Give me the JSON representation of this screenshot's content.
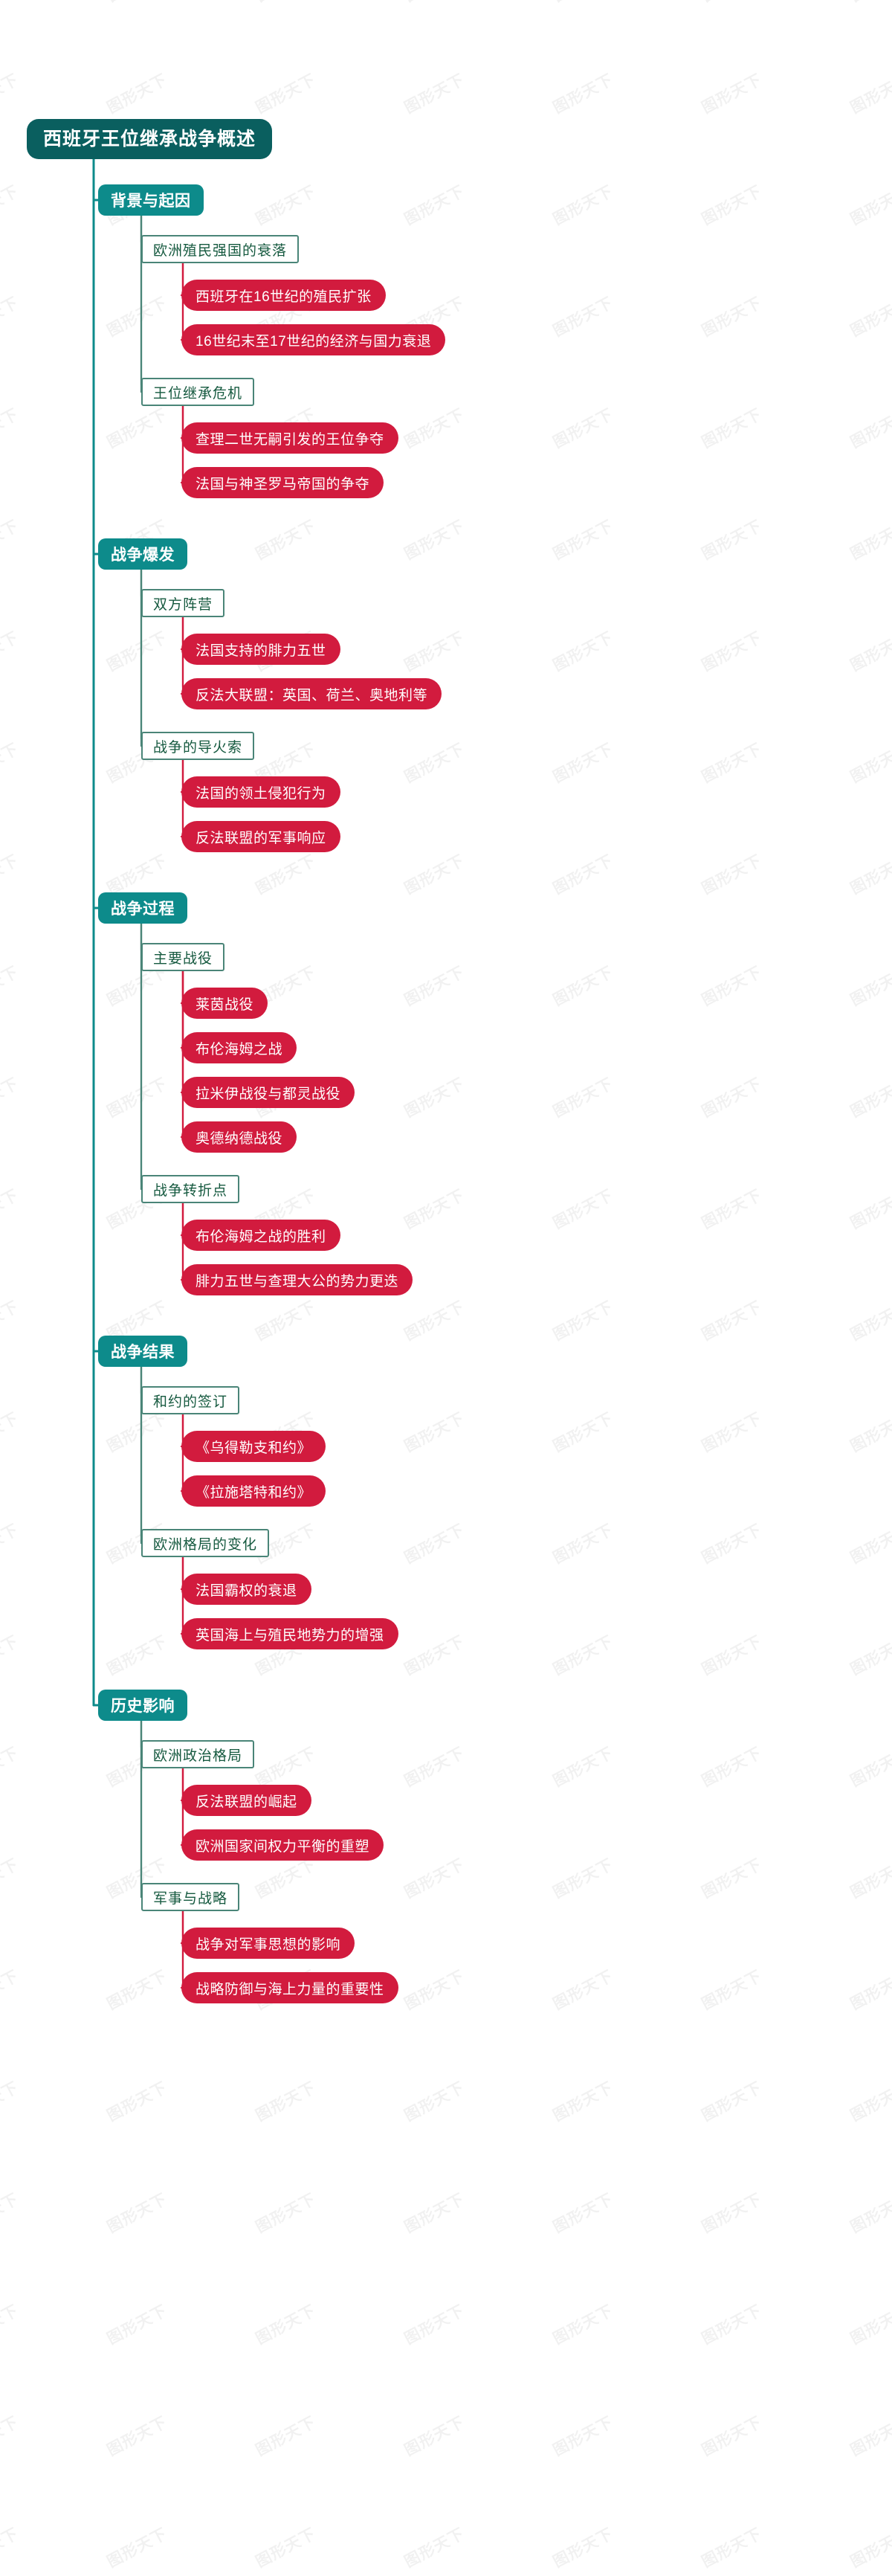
{
  "meta": {
    "watermark_text": "图形天下",
    "colors": {
      "root_bg": "#0a5f5f",
      "level1_bg": "#0d8b8b",
      "level2_border": "#4a8578",
      "level2_text": "#15593f",
      "level3_bg": "#d21b3e",
      "trunk_line": "#0d8b8b",
      "branch_line_teal": "#4a8578",
      "branch_line_red": "#d21b3e",
      "page_bg": "#ffffff"
    }
  },
  "root": {
    "label": "西班牙王位继承战争概述"
  },
  "branches": [
    {
      "label": "背景与起因",
      "children": [
        {
          "label": "欧洲殖民强国的衰落",
          "children": [
            {
              "label": "西班牙在16世纪的殖民扩张"
            },
            {
              "label": "16世纪末至17世纪的经济与国力衰退"
            }
          ]
        },
        {
          "label": "王位继承危机",
          "children": [
            {
              "label": "查理二世无嗣引发的王位争夺"
            },
            {
              "label": "法国与神圣罗马帝国的争夺"
            }
          ]
        }
      ]
    },
    {
      "label": "战争爆发",
      "children": [
        {
          "label": "双方阵营",
          "children": [
            {
              "label": "法国支持的腓力五世"
            },
            {
              "label": "反法大联盟：英国、荷兰、奥地利等"
            }
          ]
        },
        {
          "label": "战争的导火索",
          "children": [
            {
              "label": "法国的领土侵犯行为"
            },
            {
              "label": "反法联盟的军事响应"
            }
          ]
        }
      ]
    },
    {
      "label": "战争过程",
      "children": [
        {
          "label": "主要战役",
          "children": [
            {
              "label": "莱茵战役"
            },
            {
              "label": "布伦海姆之战"
            },
            {
              "label": "拉米伊战役与都灵战役"
            },
            {
              "label": "奥德纳德战役"
            }
          ]
        },
        {
          "label": "战争转折点",
          "children": [
            {
              "label": "布伦海姆之战的胜利"
            },
            {
              "label": "腓力五世与查理大公的势力更迭"
            }
          ]
        }
      ]
    },
    {
      "label": "战争结果",
      "children": [
        {
          "label": "和约的签订",
          "children": [
            {
              "label": "《乌得勒支和约》"
            },
            {
              "label": "《拉施塔特和约》"
            }
          ]
        },
        {
          "label": "欧洲格局的变化",
          "children": [
            {
              "label": "法国霸权的衰退"
            },
            {
              "label": "英国海上与殖民地势力的增强"
            }
          ]
        }
      ]
    },
    {
      "label": "历史影响",
      "children": [
        {
          "label": "欧洲政治格局",
          "children": [
            {
              "label": "反法联盟的崛起"
            },
            {
              "label": "欧洲国家间权力平衡的重塑"
            }
          ]
        },
        {
          "label": "军事与战略",
          "children": [
            {
              "label": "战争对军事思想的影响"
            },
            {
              "label": "战略防御与海上力量的重要性"
            }
          ]
        }
      ]
    }
  ]
}
